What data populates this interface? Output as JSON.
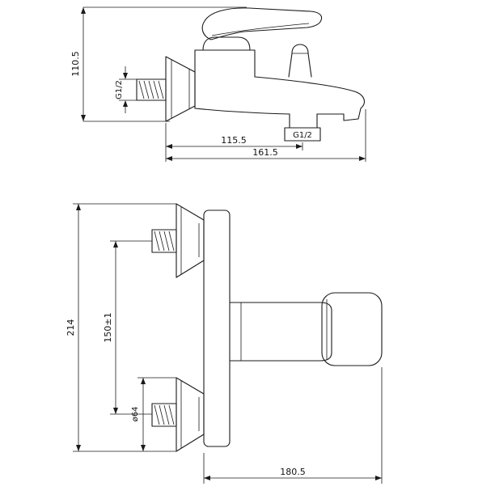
{
  "drawing": {
    "kind": "technical-dimension-drawing",
    "subject": "wall-mounted bath shower mixer faucet",
    "line_color": "#1a1a1a",
    "background_color": "#ffffff",
    "views": [
      {
        "name": "side-view",
        "position": "top"
      },
      {
        "name": "front-view",
        "position": "bottom"
      }
    ]
  },
  "dims": {
    "side_height": "110.5",
    "inlet_thread": "G1/2",
    "outlet_thread": "G1/2",
    "wall_to_outlet": "115.5",
    "wall_to_tip": "161.5",
    "front_total_height": "214",
    "center_distance": "150±1",
    "flange_diameter": "ø64",
    "front_width": "180.5"
  }
}
